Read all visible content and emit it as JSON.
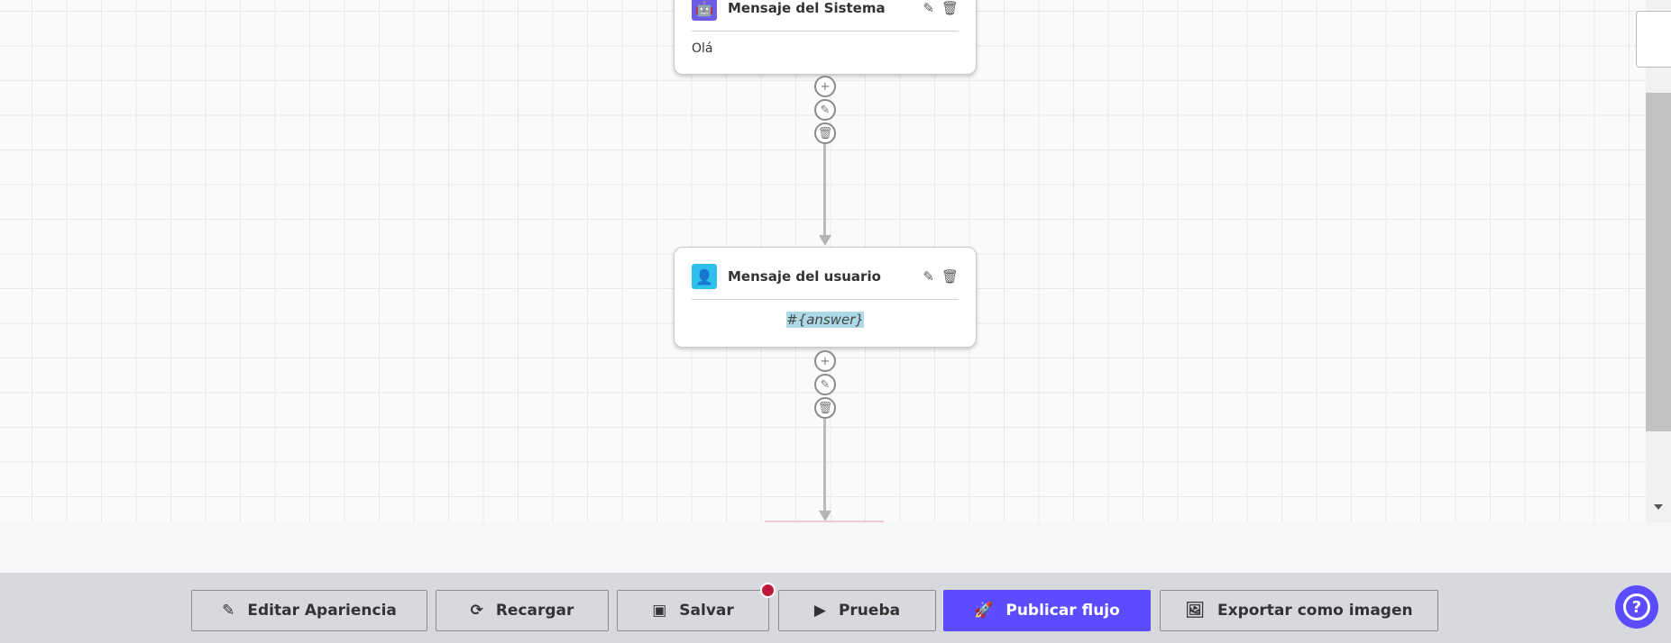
{
  "nodes": [
    {
      "title": "Mensaje del Sistema",
      "icon": "robot-icon",
      "icon_color": "#6c5ce7",
      "body": "Olá"
    },
    {
      "title": "Mensaje del usuario",
      "icon": "user-icon",
      "icon_color": "#2ebfea",
      "body": "#{answer}"
    }
  ],
  "toolbar": {
    "edit_appearance": "Editar Apariencia",
    "reload": "Recargar",
    "save": "Salvar",
    "test": "Prueba",
    "publish": "Publicar flujo",
    "export": "Exportar como imagen"
  },
  "colors": {
    "accent": "#5b4dff",
    "unsaved_dot": "#c0183a"
  }
}
